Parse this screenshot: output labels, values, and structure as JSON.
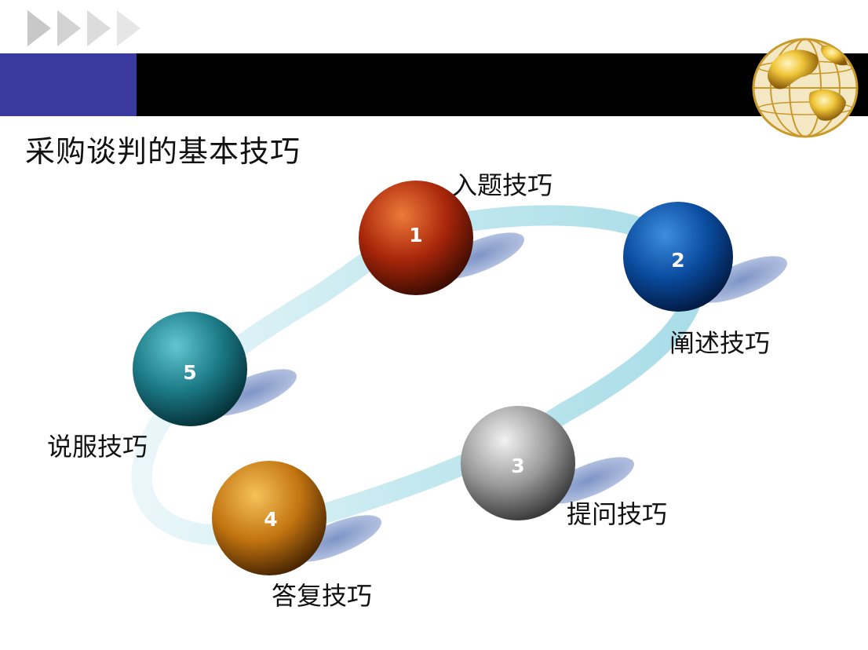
{
  "slide": {
    "title": "采购谈判的基本技巧"
  },
  "colors": {
    "header_bar": "#000000",
    "header_accent": "#3a3aa0",
    "ring": "#bfe6ee",
    "sphere_1": "#b52a06",
    "sphere_2": "#0b4fa6",
    "sphere_3": "#9a9a9a",
    "sphere_4": "#c9780c",
    "sphere_5": "#1e7f8c",
    "shadow": "#7f96c6"
  },
  "steps": [
    {
      "number": "1",
      "label": "入题技巧"
    },
    {
      "number": "2",
      "label": "阐述技巧"
    },
    {
      "number": "3",
      "label": "提问技巧"
    },
    {
      "number": "4",
      "label": "答复技巧"
    },
    {
      "number": "5",
      "label": "说服技巧"
    }
  ]
}
